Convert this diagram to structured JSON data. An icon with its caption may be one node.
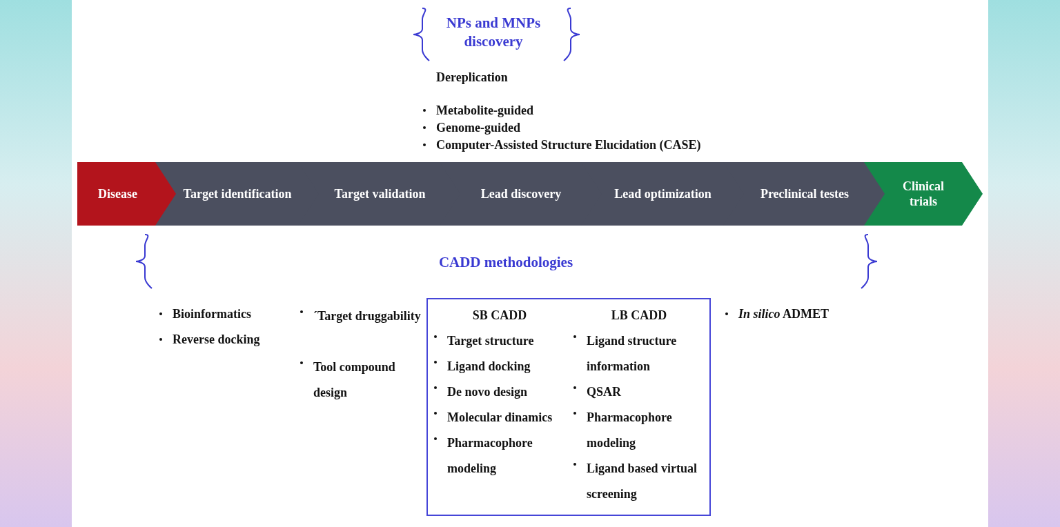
{
  "diagram": {
    "nodes": [
      {
        "text": [
          "Disease"
        ]
      },
      {
        "text": [
          "Target identification"
        ]
      },
      {
        "text": [
          "Target validation"
        ]
      },
      {
        "text": [
          "Lead discovery"
        ]
      },
      {
        "text": [
          "Lead optimization"
        ]
      },
      {
        "text": [
          "Preclinical testes"
        ]
      },
      {
        "text": [
          "Clinical trials"
        ]
      },
      {
        "text": [
          "SB CADD",
          "Target structure",
          "Ligand docking",
          "De novo design",
          "Molecular dinamics",
          "Pharmacophore modeling",
          "LB CADD",
          "Ligand structure information",
          "QSAR",
          "Pharmacophore modeling",
          "Ligand based virtual screening"
        ]
      }
    ],
    "labels": [
      "NPs and MNPs discovery",
      "Dereplication",
      "Metabolite-guided",
      "Genome-guided",
      "Computer-Assisted Structure Elucidation (CASE)",
      "CADD methodologies",
      "Bioinformatics",
      "Reverse docking",
      "´Target druggability",
      "Tool compound design",
      "*In silico* ADMET"
    ]
  }
}
